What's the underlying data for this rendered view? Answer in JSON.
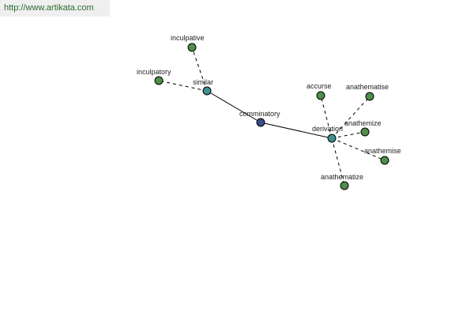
{
  "header": {
    "url": "http://www.artikata.com"
  },
  "colors": {
    "center": "#3a4f8a",
    "hub": "#3f9090",
    "leaf": "#4f8e4b"
  },
  "graph": {
    "nodes": [
      {
        "id": "comminatory",
        "label": "comminatory",
        "kind": "center"
      },
      {
        "id": "similar",
        "label": "similar",
        "kind": "hub"
      },
      {
        "id": "derivation",
        "label": "derivation",
        "kind": "hub"
      },
      {
        "id": "inculpative",
        "label": "inculpative",
        "kind": "leaf"
      },
      {
        "id": "inculpatory",
        "label": "inculpatory",
        "kind": "leaf"
      },
      {
        "id": "accurse",
        "label": "accurse",
        "kind": "leaf"
      },
      {
        "id": "anathematise",
        "label": "anathematise",
        "kind": "leaf"
      },
      {
        "id": "anathemize",
        "label": "anathemize",
        "kind": "leaf"
      },
      {
        "id": "anathemise",
        "label": "anathemise",
        "kind": "leaf"
      },
      {
        "id": "anathematize",
        "label": "anathematize",
        "kind": "leaf"
      }
    ],
    "edges": [
      {
        "from": "comminatory",
        "to": "similar",
        "style": "solid"
      },
      {
        "from": "comminatory",
        "to": "derivation",
        "style": "solid"
      },
      {
        "from": "similar",
        "to": "inculpative",
        "style": "dashed"
      },
      {
        "from": "similar",
        "to": "inculpatory",
        "style": "dashed"
      },
      {
        "from": "derivation",
        "to": "accurse",
        "style": "dashed"
      },
      {
        "from": "derivation",
        "to": "anathematise",
        "style": "dashed"
      },
      {
        "from": "derivation",
        "to": "anathemize",
        "style": "dashed"
      },
      {
        "from": "derivation",
        "to": "anathemise",
        "style": "dashed"
      },
      {
        "from": "derivation",
        "to": "anathematize",
        "style": "dashed"
      }
    ]
  }
}
